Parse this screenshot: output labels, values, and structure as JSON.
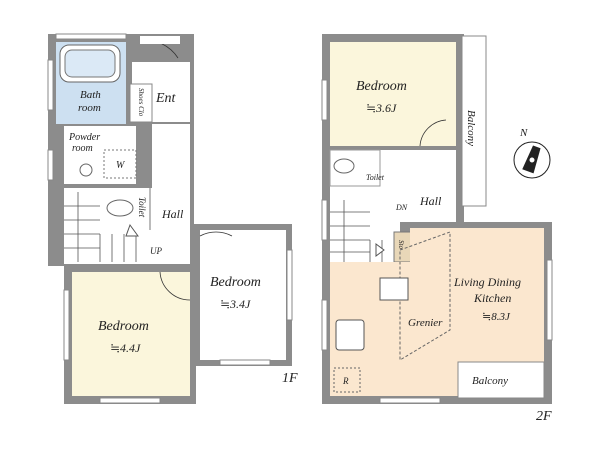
{
  "floor1": {
    "bath_room": "Bath\nroom",
    "entrance": "Ent",
    "shoes_closet": "Shoes Clo",
    "powder_room": "Powder\nroom",
    "washer": "W",
    "toilet": "Toilet",
    "hall": "Hall",
    "up": "UP",
    "bedroom_a": {
      "label": "Bedroom",
      "size": "≒3.4J"
    },
    "bedroom_b": {
      "label": "Bedroom",
      "size": "≒4.4J"
    },
    "floor_label": "1F"
  },
  "floor2": {
    "bedroom": {
      "label": "Bedroom",
      "size": "≒3.6J"
    },
    "balcony_top": "Balcony",
    "toilet": "Toilet",
    "dn": "DN",
    "hall": "Hall",
    "storage": "Sto",
    "ldk": {
      "label1": "Living Dining",
      "label2": "Kitchen",
      "size": "≒8.3J"
    },
    "grenier": "Grenier",
    "refrigerator": "R",
    "balcony_bottom": "Balcony",
    "floor_label": "2F"
  },
  "compass": {
    "north": "N"
  },
  "colors": {
    "wall": "#8c8c8c",
    "bedroom": "#fbf6dc",
    "ldk": "#fbe7cf",
    "bath": "#cde0f1"
  }
}
